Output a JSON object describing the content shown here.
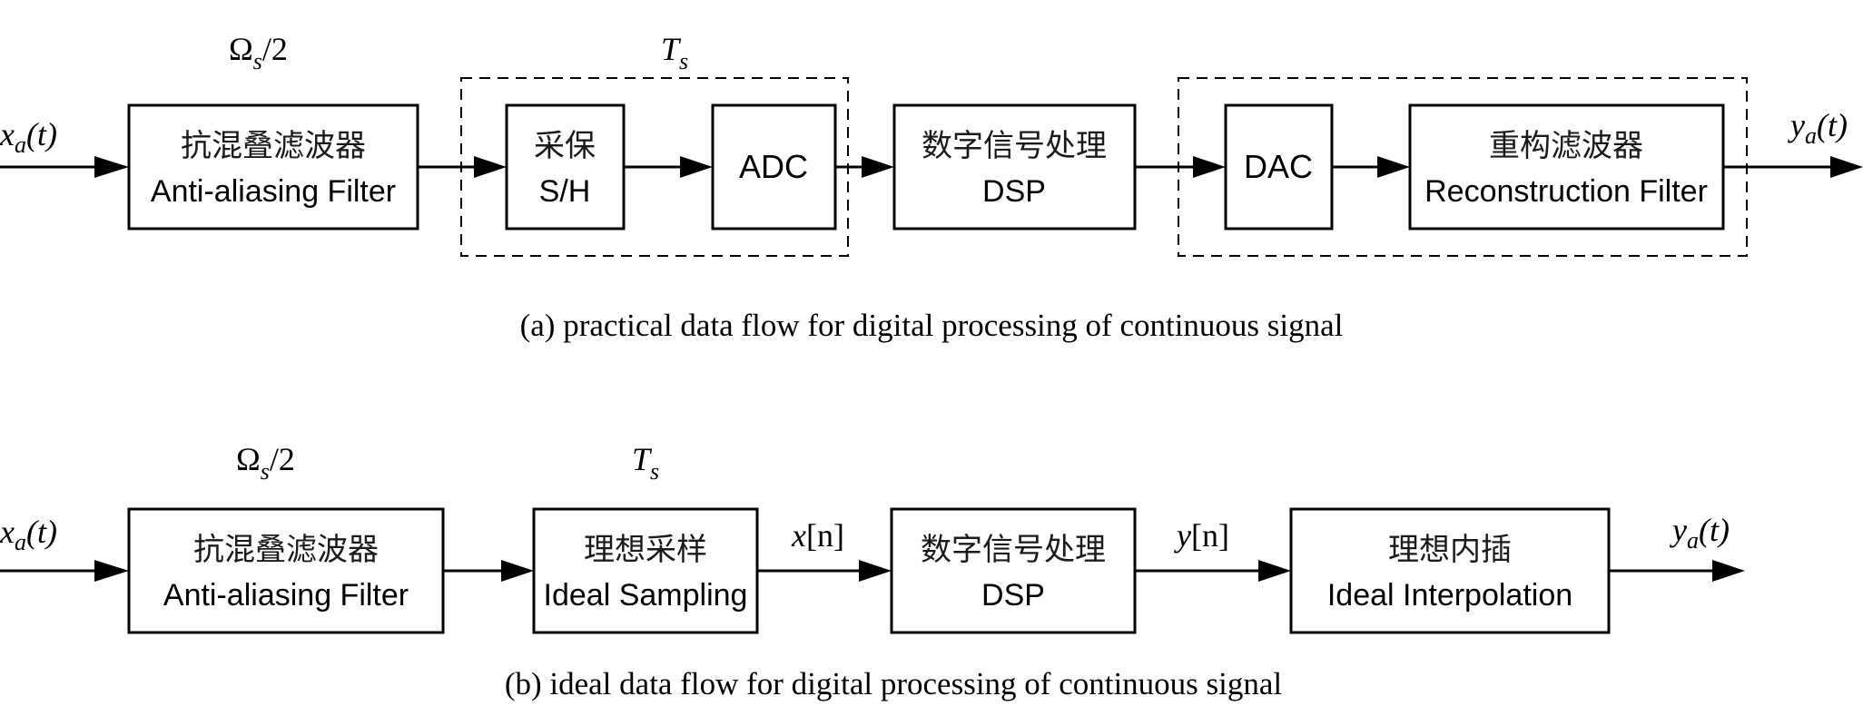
{
  "panel_a": {
    "input_signal": {
      "var": "x",
      "sub": "a",
      "arg": "(t)"
    },
    "output_signal": {
      "var": "y",
      "sub": "a",
      "arg": "(t)"
    },
    "cutoff_label": {
      "omega": "Ω",
      "sub": "s",
      "tail": "/2"
    },
    "sampling_period": {
      "var": "T",
      "sub": "s"
    },
    "blocks": {
      "anti_aliasing": {
        "cn": "抗混叠滤波器",
        "en": "Anti-aliasing Filter"
      },
      "sample_hold": {
        "cn": "采保",
        "en": "S/H"
      },
      "adc": {
        "en": "ADC"
      },
      "dsp": {
        "cn": "数字信号处理",
        "en": "DSP"
      },
      "dac": {
        "en": "DAC"
      },
      "reconstruction": {
        "cn": "重构滤波器",
        "en": "Reconstruction Filter"
      }
    },
    "caption": "(a) practical data flow for digital processing of continuous signal"
  },
  "panel_b": {
    "input_signal": {
      "var": "x",
      "sub": "a",
      "arg": "(t)"
    },
    "output_signal": {
      "var": "y",
      "sub": "a",
      "arg": "(t)"
    },
    "cutoff_label": {
      "omega": "Ω",
      "sub": "s",
      "tail": "/2"
    },
    "sampling_period": {
      "var": "T",
      "sub": "s"
    },
    "sequence_in": {
      "var": "x",
      "arg": "[n]"
    },
    "sequence_out": {
      "var": "y",
      "arg": "[n]"
    },
    "blocks": {
      "anti_aliasing": {
        "cn": "抗混叠滤波器",
        "en": "Anti-aliasing Filter"
      },
      "ideal_sampling": {
        "cn": "理想采样",
        "en": "Ideal Sampling"
      },
      "dsp": {
        "cn": "数字信号处理",
        "en": "DSP"
      },
      "ideal_interpolation": {
        "cn": "理想内插",
        "en": "Ideal Interpolation"
      }
    },
    "caption": "(b) ideal data flow for digital processing of continuous signal"
  }
}
